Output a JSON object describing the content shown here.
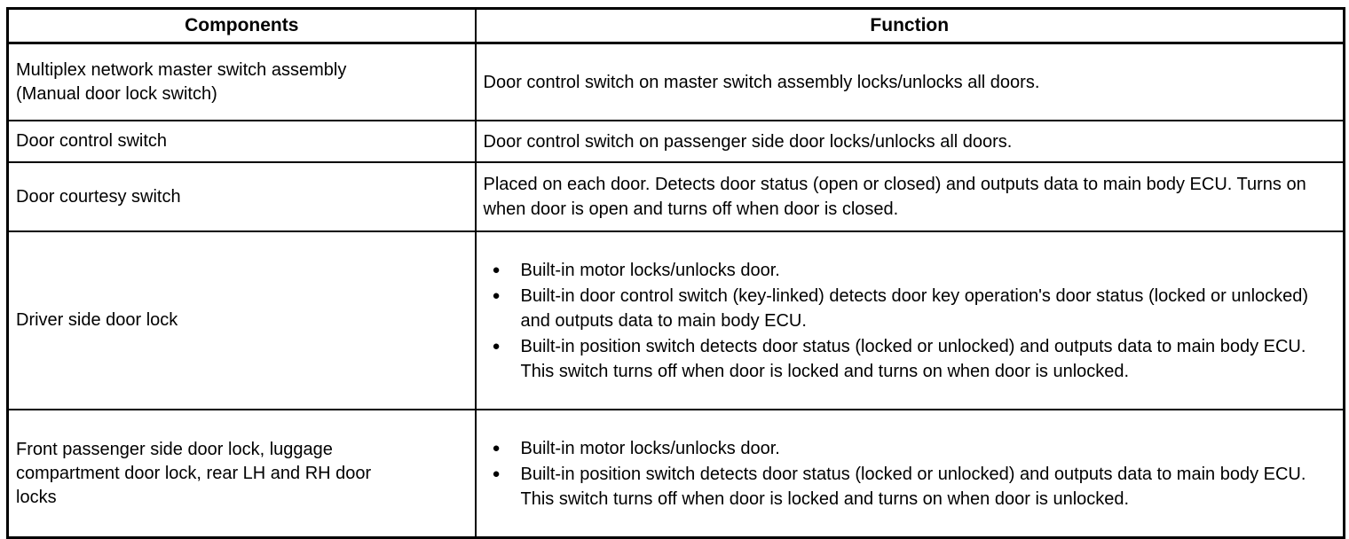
{
  "table": {
    "headers": {
      "components": "Components",
      "function": "Function"
    },
    "rows": [
      {
        "component": "Multiplex network master switch assembly\n(Manual door lock switch)",
        "function": "Door control switch on master switch assembly locks/unlocks all doors."
      },
      {
        "component": "Door control switch",
        "function": "Door control switch on passenger side door locks/unlocks all doors."
      },
      {
        "component": "Door courtesy switch",
        "function": "Placed on each door. Detects door status (open or closed) and outputs data to main body ECU. Turns on when door is open and turns off when door is closed."
      },
      {
        "component": "Driver side door lock",
        "bullets": [
          "Built-in motor locks/unlocks door.",
          "Built-in door control switch (key-linked) detects door key operation's door status (locked or unlocked) and outputs data to main body ECU.",
          "Built-in position switch detects door status (locked or unlocked) and outputs data to main body ECU. This switch turns off when door is locked and turns on when door is unlocked."
        ]
      },
      {
        "component": "Front passenger side door lock, luggage\ncompartment door lock, rear LH and RH door\nlocks",
        "bullets": [
          "Built-in motor locks/unlocks door.",
          "Built-in position switch detects door status (locked or unlocked) and outputs data to main body ECU. This switch turns off when door is locked and turns on when door is unlocked."
        ]
      }
    ],
    "glyphs": {
      "bullet": "●"
    },
    "colors": {
      "border": "#000000",
      "text": "#000000",
      "background": "#ffffff"
    }
  }
}
